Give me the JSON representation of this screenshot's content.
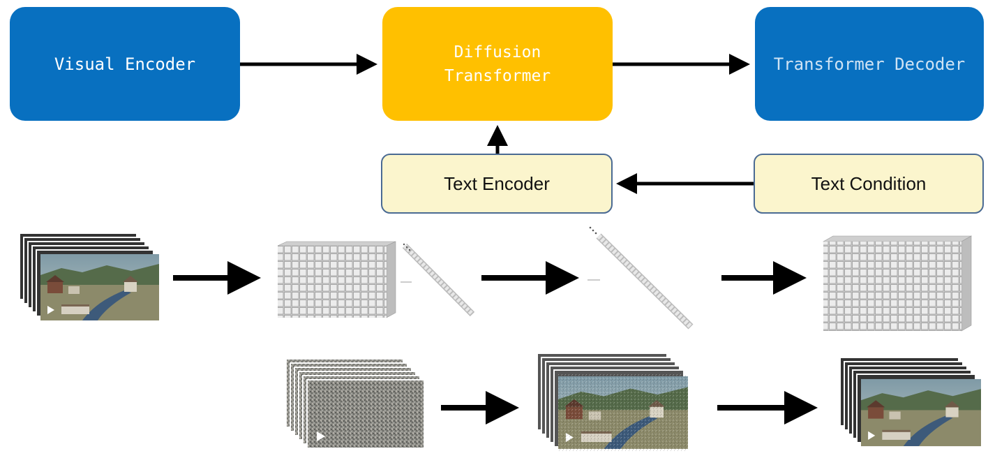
{
  "nodes": {
    "visual_encoder": "Visual Encoder",
    "diffusion_transformer": "Diffusion\nTransformer",
    "transformer_decoder": "Transformer Decoder",
    "text_encoder": "Text Encoder",
    "text_condition": "Text Condition"
  },
  "icons": {
    "video_stack": "video-frame-stack-icon",
    "noise_stack": "noisy-frame-stack-icon",
    "latent_cube": "latent-cube-icon",
    "token_sequence": "token-sequence-icon",
    "play": "play-icon"
  },
  "colors": {
    "encoder_blue": "#0870C0",
    "diffusion_yellow": "#FFC000",
    "text_box_fill": "#FBF5CD",
    "text_box_border": "#4A6A93",
    "arrow": "#000000"
  }
}
